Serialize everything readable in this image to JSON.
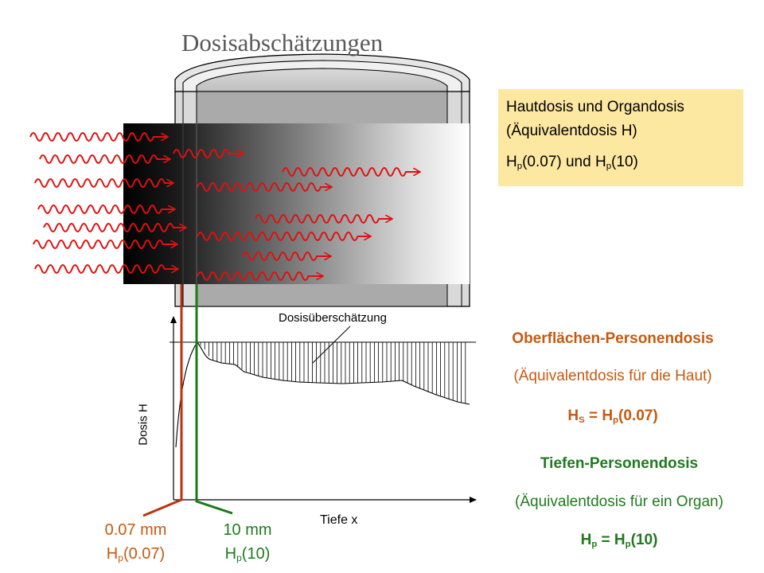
{
  "title": "Dosisabschätzungen",
  "infobox": {
    "line1": "Hautdosis und Organdosis",
    "line2": "(Äquivalentdosis H)",
    "line3_prefix": "H",
    "line3_sub1": "p",
    "line3_mid": "(0.07) und H",
    "line3_sub2": "p",
    "line3_suffix": "(10)"
  },
  "annotation_overestimate": "Dosisüberschätzung",
  "surface_dose": {
    "heading": "Oberflächen-Personendosis",
    "description": "(Äquivalentdosis für die Haut)",
    "formula_H": "H",
    "formula_sub1": "S",
    "formula_eq": " = H",
    "formula_sub2": "p",
    "formula_arg": "(0.07)"
  },
  "depth_dose": {
    "heading": "Tiefen-Personendosis",
    "description": "(Äquivalentdosis für ein Organ)",
    "formula_H": "H",
    "formula_sub1": "p",
    "formula_eq": " = H",
    "formula_sub2": "p",
    "formula_arg": "(10)"
  },
  "axis": {
    "y_label": "Dosis  H",
    "x_label": "Tiefe  x"
  },
  "depth_marker_007": {
    "depth": "0.07 mm",
    "quantity_H": "H",
    "quantity_sub": "p",
    "quantity_arg": "(0.07)"
  },
  "depth_marker_10": {
    "depth": "10 mm",
    "quantity_H": "H",
    "quantity_sub": "p",
    "quantity_arg": "(10)"
  },
  "colors": {
    "orange": "#c55a11",
    "green": "#1f7a1f",
    "ray_red": "#e01010",
    "box_yellow": "#fde8a2",
    "title_gray": "#595959"
  }
}
